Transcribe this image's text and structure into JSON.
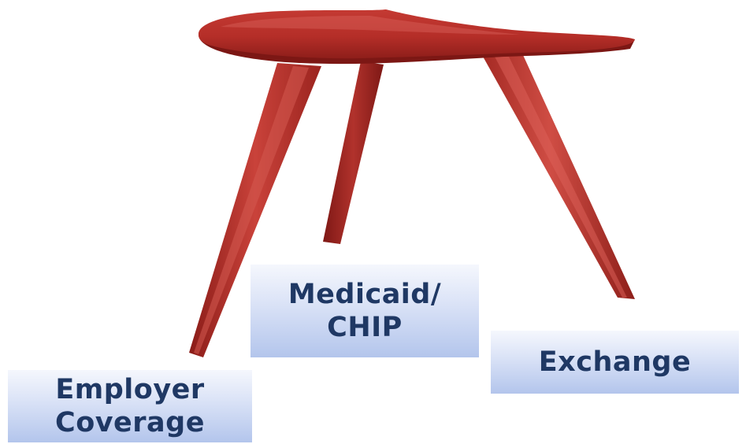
{
  "colors": {
    "stool_red": "#b8302b",
    "stool_shadow": "#7e1815",
    "stool_highlight": "#d8574f",
    "label_text": "#1f3864",
    "label_bg_top": "#f5f7fd",
    "label_bg_bottom": "#b3c5ec"
  },
  "illustration": "three-legged-stool",
  "labels": {
    "medicaid": {
      "line1": "Medicaid/",
      "line2": "CHIP"
    },
    "exchange": {
      "line1": "Exchange"
    },
    "employer": {
      "line1": "Employer",
      "line2": "Coverage"
    }
  }
}
